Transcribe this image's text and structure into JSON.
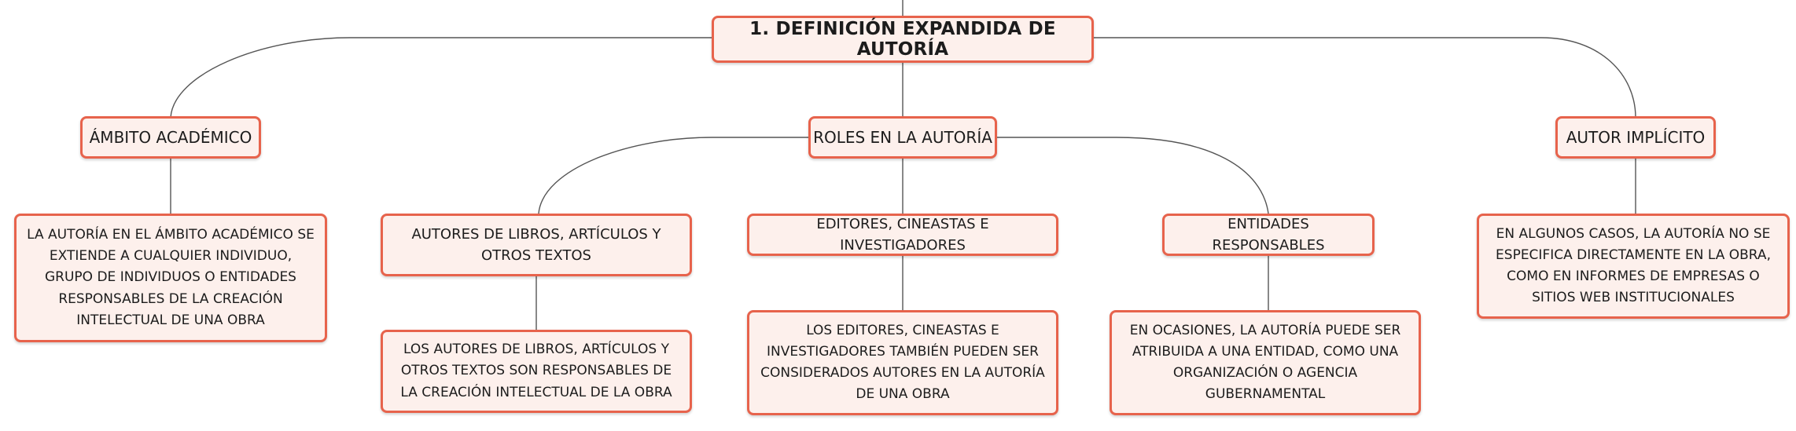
{
  "root": {
    "label": "1. DEFINICIÓN EXPANDIDA DE AUTORÍA"
  },
  "branches": [
    {
      "label": "ÁMBITO ACADÉMICO",
      "detail": "LA AUTORÍA EN EL ÁMBITO ACADÉMICO SE EXTIENDE A CUALQUIER INDIVIDUO, GRUPO DE INDIVIDUOS O ENTIDADES RESPONSABLES DE LA CREACIÓN INTELECTUAL DE UNA OBRA"
    },
    {
      "label": "ROLES EN LA AUTORÍA",
      "children": [
        {
          "label": "AUTORES DE LIBROS, ARTÍCULOS Y OTROS TEXTOS",
          "detail": "LOS AUTORES DE LIBROS, ARTÍCULOS Y OTROS TEXTOS SON RESPONSABLES DE LA CREACIÓN INTELECTUAL DE LA OBRA"
        },
        {
          "label": "EDITORES, CINEASTAS E INVESTIGADORES",
          "detail": "LOS EDITORES, CINEASTAS E INVESTIGADORES TAMBIÉN PUEDEN SER CONSIDERADOS AUTORES EN LA AUTORÍA DE UNA OBRA"
        },
        {
          "label": "ENTIDADES RESPONSABLES",
          "detail": "EN OCASIONES, LA AUTORÍA PUEDE SER ATRIBUIDA A UNA ENTIDAD, COMO UNA ORGANIZACIÓN O AGENCIA GUBERNAMENTAL"
        }
      ]
    },
    {
      "label": "AUTOR IMPLÍCITO",
      "detail": "EN ALGUNOS CASOS, LA AUTORÍA NO SE ESPECIFICA DIRECTAMENTE EN LA OBRA, COMO EN INFORMES DE EMPRESAS O SITIOS WEB INSTITUCIONALES"
    }
  ],
  "colors": {
    "border": "#e7634c",
    "fill": "#fdf0ec",
    "line": "#555555"
  }
}
